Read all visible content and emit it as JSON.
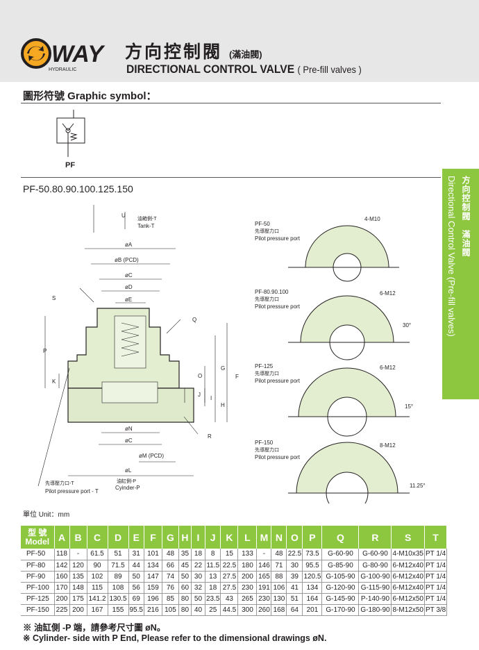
{
  "header": {
    "logo_text": "WAY",
    "logo_sub": "HYDRAULIC",
    "title_zh": "方向控制閥",
    "title_zh_sub": "(滿油閥)",
    "title_en": "DIRECTIONAL CONTROL VALVE",
    "title_en_sub": "( Pre-fill valves )"
  },
  "graphic": {
    "title": "圖形符號  Graphic symbol：",
    "symbol_label": "PF"
  },
  "models_title": "PF-50.80.90.100.125.150",
  "side_tab": {
    "zh": "方向控制閥　滿油閥",
    "en": "Directional Control Valve (Pre-fill valves)"
  },
  "drawing": {
    "u": "U",
    "tank_zh": "油箱側-T",
    "tank_en": "Tank-T",
    "dA": "øA",
    "dB": "øB (PCD)",
    "dC": "øC",
    "dD": "øD",
    "dE": "øE",
    "S": "S",
    "Q": "Q",
    "P": "P",
    "K": "K",
    "G": "G",
    "O": "O",
    "F": "F",
    "J": "J",
    "I": "I",
    "H": "H",
    "R": "R",
    "dN": "øN",
    "dC2": "øC",
    "dM": "øM (PCD)",
    "dL": "øL",
    "cyl_zh": "油缸側-P",
    "cyl_en": "Cyinder-P",
    "pilot_zh": "先導壓力口-T",
    "pilot_en": "Pilot pressure port - T"
  },
  "top_views": [
    {
      "model": "PF-50",
      "zh": "先導壓力口",
      "en": "Pilot pressure port",
      "bolt": "4-M10",
      "angle": ""
    },
    {
      "model": "PF-80.90.100",
      "zh": "先導壓力口",
      "en": "Pilot pressure port",
      "bolt": "6-M12",
      "angle": "30°"
    },
    {
      "model": "PF-125",
      "zh": "先導壓力口",
      "en": "Pilot pressure port",
      "bolt": "6-M12",
      "angle": "15°"
    },
    {
      "model": "PF-150",
      "zh": "先導壓力口",
      "en": "Pilot pressure port",
      "bolt": "8-M12",
      "angle": "11.25°"
    }
  ],
  "unit": "單位 Unit：mm",
  "table": {
    "model_zh": "型 號",
    "model_en": "Model",
    "headers": [
      "A",
      "B",
      "C",
      "D",
      "E",
      "F",
      "G",
      "H",
      "I",
      "J",
      "K",
      "L",
      "M",
      "N",
      "O",
      "P",
      "Q",
      "R",
      "S",
      "T"
    ],
    "rows": [
      [
        "PF-50",
        "118",
        "-",
        "61.5",
        "51",
        "31",
        "101",
        "48",
        "35",
        "18",
        "8",
        "15",
        "133",
        "-",
        "48",
        "22.5",
        "73.5",
        "G-60-90",
        "G-60-90",
        "4-M10x35",
        "PT 1/4"
      ],
      [
        "PF-80",
        "142",
        "120",
        "90",
        "71.5",
        "44",
        "134",
        "66",
        "45",
        "22",
        "11.5",
        "22.5",
        "180",
        "146",
        "71",
        "30",
        "95.5",
        "G-85-90",
        "G-80-90",
        "6-M12x40",
        "PT 1/4"
      ],
      [
        "PF-90",
        "160",
        "135",
        "102",
        "89",
        "50",
        "147",
        "74",
        "50",
        "30",
        "13",
        "27.5",
        "200",
        "165",
        "88",
        "39",
        "120.5",
        "G-105-90",
        "G-100-90",
        "6-M12x40",
        "PT 1/4"
      ],
      [
        "PF-100",
        "170",
        "148",
        "115",
        "108",
        "56",
        "159",
        "76",
        "60",
        "32",
        "18",
        "27.5",
        "230",
        "191",
        "106",
        "41",
        "134",
        "G-120-90",
        "G-115-90",
        "6-M12x40",
        "PT 1/4"
      ],
      [
        "PF-125",
        "200",
        "175",
        "141.2",
        "130.5",
        "69",
        "196",
        "85",
        "80",
        "50",
        "23.5",
        "43",
        "265",
        "230",
        "130",
        "51",
        "164",
        "G-145-90",
        "P-140-90",
        "6-M12x50",
        "PT 1/4"
      ],
      [
        "PF-150",
        "225",
        "200",
        "167",
        "155",
        "95.5",
        "216",
        "105",
        "80",
        "40",
        "25",
        "44.5",
        "300",
        "260",
        "168",
        "64",
        "201",
        "G-170-90",
        "G-180-90",
        "8-M12x50",
        "PT 3/8"
      ]
    ]
  },
  "notes": [
    "※ 油缸側 -P 端，請參考尺寸圖 øN。",
    "※  Cylinder- side with P End, Please refer to the dimensional drawings øN."
  ],
  "colors": {
    "accent": "#8dc63f",
    "body": "#e3edd0",
    "logo": "#f7a823"
  }
}
